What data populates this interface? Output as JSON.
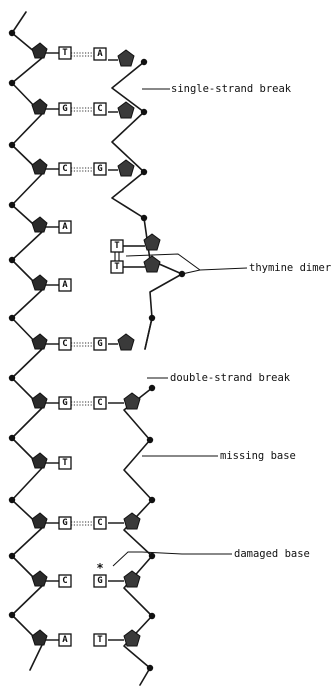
{
  "pairs": [
    {
      "left": "T",
      "right": "A"
    },
    {
      "left": "G",
      "right": "C"
    },
    {
      "left": "C",
      "right": "G"
    },
    {
      "left": "A",
      "right": ""
    },
    {
      "left": "A",
      "right": ""
    },
    {
      "left": "C",
      "right": "G"
    },
    {
      "left": "G",
      "right": "C"
    },
    {
      "left": "T",
      "right": ""
    },
    {
      "left": "G",
      "right": "C"
    },
    {
      "left": "C",
      "right": "G"
    },
    {
      "left": "A",
      "right": "T"
    }
  ],
  "thymine_dimer_bases": [
    "T",
    "T"
  ],
  "damage_mark": "*",
  "annotations": {
    "single_strand_break": "single-strand break",
    "thymine_dimer": "thymine dimer",
    "double_strand_break": "double-strand break",
    "missing_base": "missing base",
    "damaged_base": "damaged base"
  },
  "colors": {
    "ink": "#111111",
    "sugar": "#2b2b2b",
    "background": "#ffffff"
  }
}
